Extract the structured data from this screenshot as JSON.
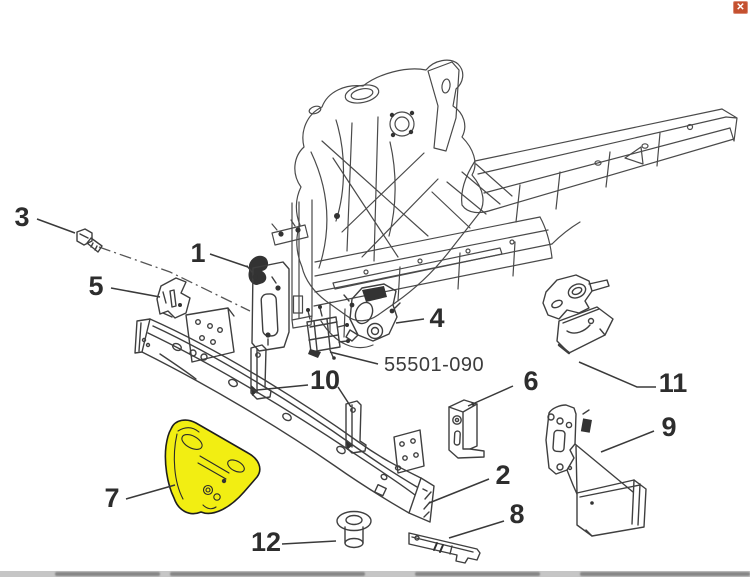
{
  "window": {
    "close_label": "✕"
  },
  "diagram": {
    "part_number": "55501-090",
    "highlighted_callout": "7",
    "callouts": [
      {
        "label": "1"
      },
      {
        "label": "2"
      },
      {
        "label": "3"
      },
      {
        "label": "4"
      },
      {
        "label": "5"
      },
      {
        "label": "6"
      },
      {
        "label": "7"
      },
      {
        "label": "8"
      },
      {
        "label": "9"
      },
      {
        "label": "10"
      },
      {
        "label": "11"
      },
      {
        "label": "12"
      }
    ],
    "colors": {
      "highlight": "#f2ee12",
      "highlight_shade": "#d8d408",
      "line": "#4a4a4a",
      "label": "#2d2d2d",
      "close_button": "#c4502f"
    }
  }
}
